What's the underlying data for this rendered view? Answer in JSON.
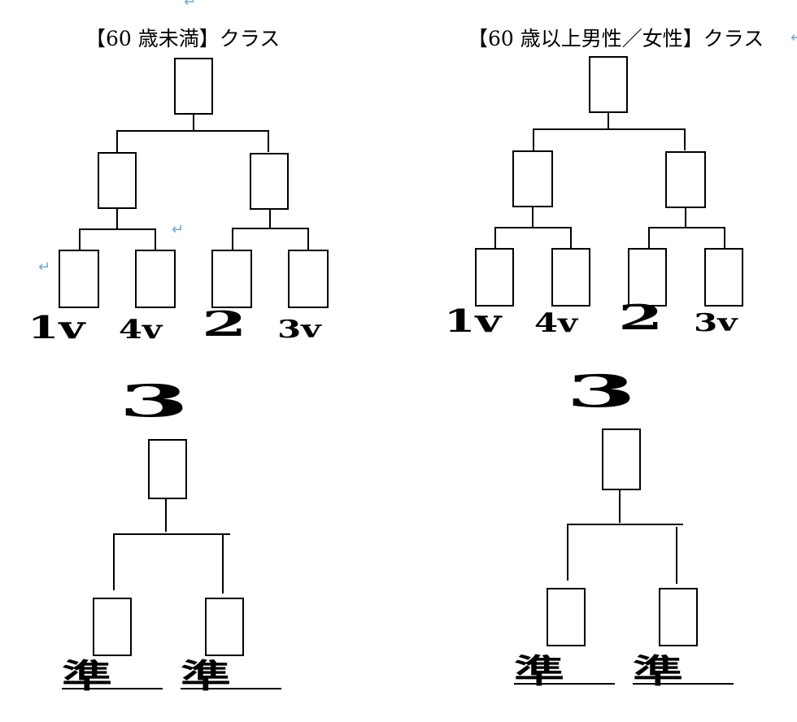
{
  "left_title": "【60 歳未満】クラス",
  "right_title": "【60 歳以上男性／女性】クラス",
  "seeds": [
    "1v",
    "4v",
    "2",
    "3v"
  ],
  "third_place_label": "3",
  "semifinal_label": "準",
  "return_mark": "↵",
  "colors": {
    "line": "#000000",
    "return_mark": "#6fa8dc"
  }
}
